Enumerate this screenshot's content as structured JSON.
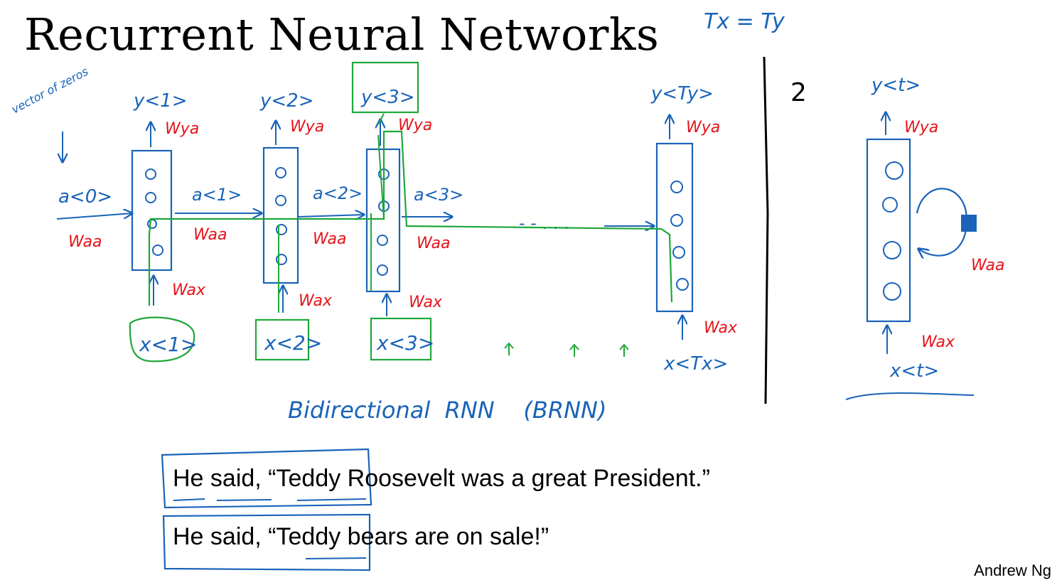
{
  "title": "Recurrent Neural Networks",
  "header_note": "Tx = Ty",
  "init_note": "vector of zeros",
  "a0": "a<0>",
  "steps": [
    {
      "y": "y<1>",
      "x": "x<1>",
      "a": "a<1>"
    },
    {
      "y": "y<2>",
      "x": "x<2>",
      "a": "a<2>"
    },
    {
      "y": "y<3>",
      "x": "x<3>",
      "a": "a<3>"
    },
    {
      "y": "y<Ty>",
      "x": "x<Tx>",
      "a": ""
    }
  ],
  "weights": {
    "wya": "Wya",
    "waa": "Waa",
    "wax": "Wax"
  },
  "dots": "- - . . .",
  "section_number": "2",
  "compact": {
    "y": "y<t>",
    "x": "x<t>",
    "wya": "Wya",
    "waa": "Waa",
    "wax": "Wax"
  },
  "brnn_label": "Bidirectional  RNN    (BRNN)",
  "sentences": [
    "He said, “Teddy Roosevelt was a great President.”",
    "He said, “Teddy bears are on sale!”"
  ],
  "author": "Andrew Ng",
  "colors": {
    "blue": "#1a63b8",
    "red": "#e5141b",
    "green": "#1fa73a"
  }
}
